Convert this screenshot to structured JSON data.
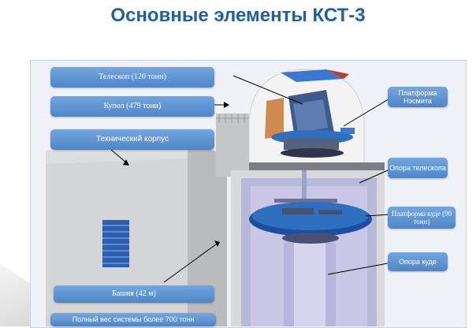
{
  "slide": {
    "title": "Основные элементы КСТ-3"
  },
  "labels": {
    "telescope": "Телескоп (120 тонн)",
    "dome": "Купол (479 тонн)",
    "tech_building": "Технический корпус",
    "tower": "Башня (42 м)",
    "total_weight": "Полный вес системы более 700 тонн",
    "nasmyth": "Платформа Нэсмита",
    "telescope_support": "Опора телескопа",
    "coude_platform": "Платформа куде (90 тонн)",
    "coude_support": "Опора куде"
  },
  "colors": {
    "title": "#1f5fa8",
    "label_bg": "#5b93d3",
    "platform": "#2f6fc0",
    "tower_wall": "#b7b9d8"
  }
}
